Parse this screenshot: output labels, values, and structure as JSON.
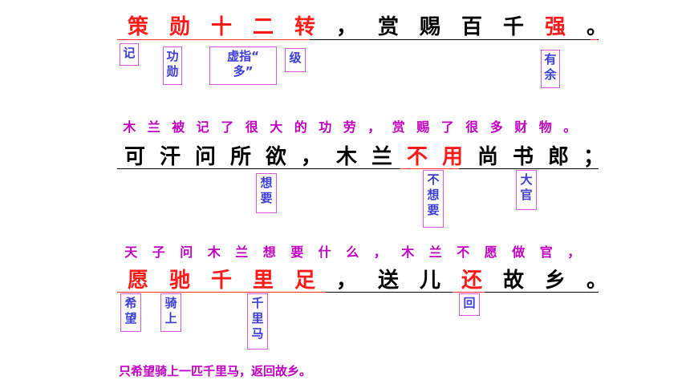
{
  "colors": {
    "normal": "#000000",
    "highlight": "#ff1a1a",
    "translation": "#c000c0",
    "note": "#3d3dd6",
    "box_border": "#d35bd3"
  },
  "line1": [
    "策",
    "勋",
    "十",
    "二",
    "转",
    "，",
    "赏",
    "赐",
    "百",
    "千",
    "强",
    "。"
  ],
  "line1_red": [
    0,
    1,
    2,
    3,
    4,
    10
  ],
  "line1_trans": "木兰被记了很大的功劳，赏赐了很多财物。",
  "line2": [
    "可",
    "汗",
    "问",
    "所",
    "欲",
    "，",
    "木",
    "兰",
    "不",
    "用",
    "尚",
    "书",
    "郎",
    "；"
  ],
  "line2_red": [
    8,
    9
  ],
  "line2_trans": "天子问木兰想要什么，木兰不愿做官，",
  "line3": [
    "愿",
    "驰",
    "千",
    "里",
    "足",
    "，",
    "送",
    "儿",
    "还",
    "故",
    "乡",
    "。"
  ],
  "line3_red": [
    0,
    1,
    2,
    3,
    4,
    8
  ],
  "line3_trans": "只希望骑上一匹千里马，返回故乡。",
  "notes1": [
    "记",
    "功\n勋",
    "虚指“\n多”",
    "级",
    "有\n余"
  ],
  "notes2": [
    "想\n要",
    "不\n想\n要",
    "大\n官"
  ],
  "notes3": [
    "希\n望",
    "骑\n上",
    "千\n里\n马",
    "回"
  ]
}
